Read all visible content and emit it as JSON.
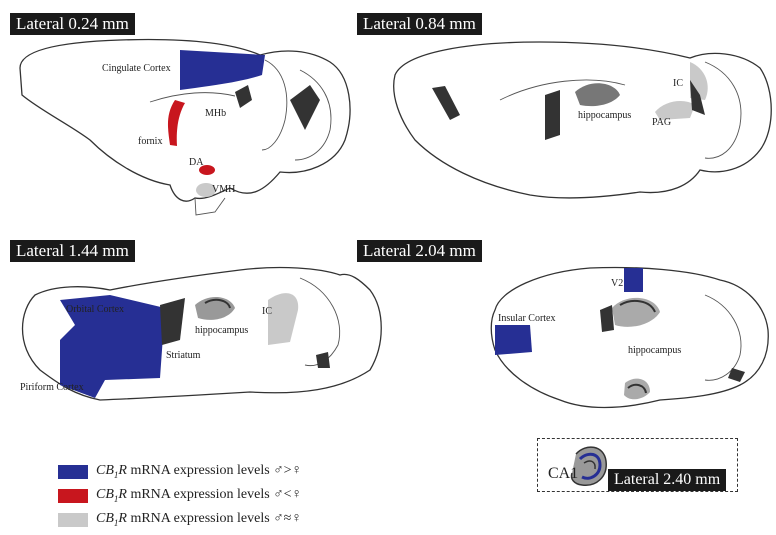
{
  "panels": [
    {
      "title": "Lateral 0.24 mm"
    },
    {
      "title": "Lateral 0.84 mm"
    },
    {
      "title": "Lateral 1.44 mm"
    },
    {
      "title": "Lateral 2.04 mm"
    }
  ],
  "regions": {
    "cingulate": "Cingulate Cortex",
    "mhb": "MHb",
    "fornix": "fornix",
    "da": "DA",
    "vmh": "VMH",
    "ic1": "IC",
    "hippo1": "hippocampus",
    "pag": "PAG",
    "orbital": "Orbital Cortex",
    "hippo2": "hippocampus",
    "ic2": "IC",
    "striatum": "Striatum",
    "piriform": "Piriform Cortex",
    "v2": "V2",
    "insular": "Insular Cortex",
    "hippo3": "hippocampus"
  },
  "inset": {
    "label": "CA1",
    "title": "Lateral 2.40 mm"
  },
  "legend": [
    {
      "gene": "CB",
      "sub": "1",
      "gene2": "R",
      "text": " mRNA expression levels ♂>♀",
      "color": "#262f94"
    },
    {
      "gene": "CB",
      "sub": "1",
      "gene2": "R",
      "text": " mRNA expression levels ♂<♀",
      "color": "#c8161e"
    },
    {
      "gene": "CB",
      "sub": "1",
      "gene2": "R",
      "text": " mRNA expression levels ♂≈♀",
      "color": "#c9c9c9"
    }
  ],
  "colors": {
    "blue": "#262f94",
    "red": "#c8161e",
    "gray": "#c9c9c9",
    "dark": "#333333"
  }
}
